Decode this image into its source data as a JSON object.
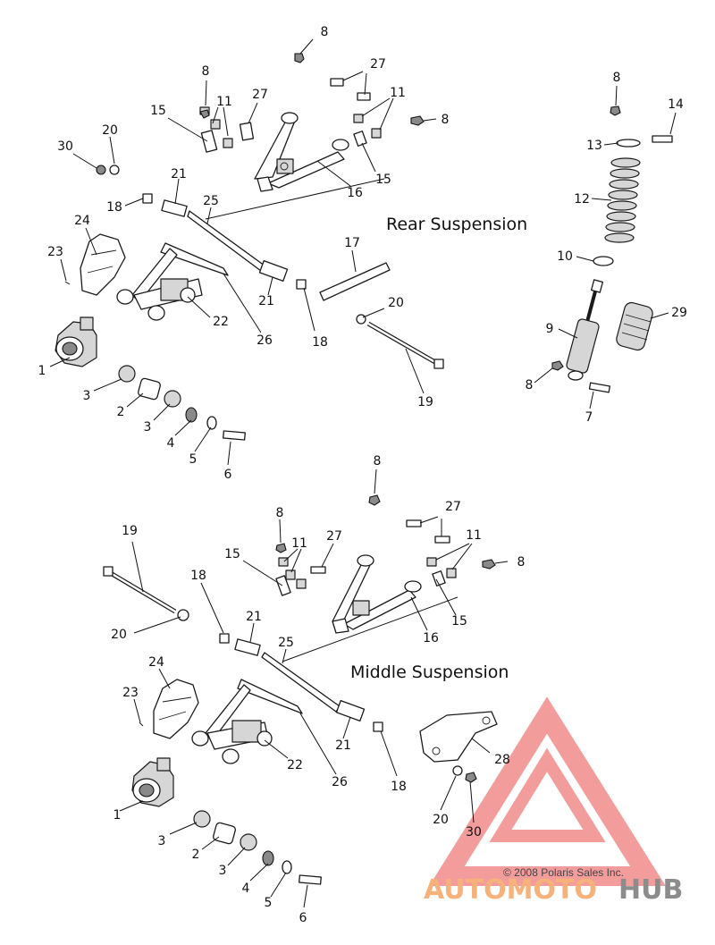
{
  "sections": {
    "rear": {
      "title": "Rear Suspension"
    },
    "middle": {
      "title": "Middle Suspension"
    }
  },
  "rear_callouts": {
    "c8a": "8",
    "c27a": "27",
    "c8b": "8",
    "c11a": "11",
    "c27b": "27",
    "c11b": "11",
    "c8c": "8",
    "c15a": "15",
    "c30": "30",
    "c20a": "20",
    "c16": "16",
    "c15b": "15",
    "c21a": "21",
    "c25": "25",
    "c18a": "18",
    "c24": "24",
    "c23": "23",
    "c17": "17",
    "c21b": "21",
    "c20b": "20",
    "c22": "22",
    "c26": "26",
    "c18b": "18",
    "c1": "1",
    "c3a": "3",
    "c2": "2",
    "c3b": "3",
    "c19": "19",
    "c4": "4",
    "c5": "5",
    "c6": "6"
  },
  "shock_callouts": {
    "c8a": "8",
    "c14": "14",
    "c13": "13",
    "c12": "12",
    "c10": "10",
    "c29": "29",
    "c9": "9",
    "c8b": "8",
    "c7": "7"
  },
  "middle_callouts": {
    "c8a": "8",
    "c27": "27",
    "c8b": "8",
    "c11a": "11",
    "c27b": "27",
    "c11b": "11",
    "c8c": "8",
    "c19": "19",
    "c15a": "15",
    "c18a": "18",
    "c20a": "20",
    "c16": "16",
    "c15b": "15",
    "c21a": "21",
    "c25": "25",
    "c24": "24",
    "c23": "23",
    "c22": "22",
    "c26": "26",
    "c21b": "21",
    "c18b": "18",
    "c28": "28",
    "c1": "1",
    "c20b": "20",
    "c30": "30",
    "c3a": "3",
    "c2": "2",
    "c3b": "3",
    "c4": "4",
    "c5": "5",
    "c6": "6"
  },
  "footer": {
    "copyright": "© 2008 Polaris Sales Inc.",
    "watermark_a": "AUTOMOTO",
    "watermark_b": "HUB",
    "watermark_color_a": "#f6b27a",
    "watermark_color_b": "#8c8c8c",
    "logo_color": "#f28b8b"
  }
}
